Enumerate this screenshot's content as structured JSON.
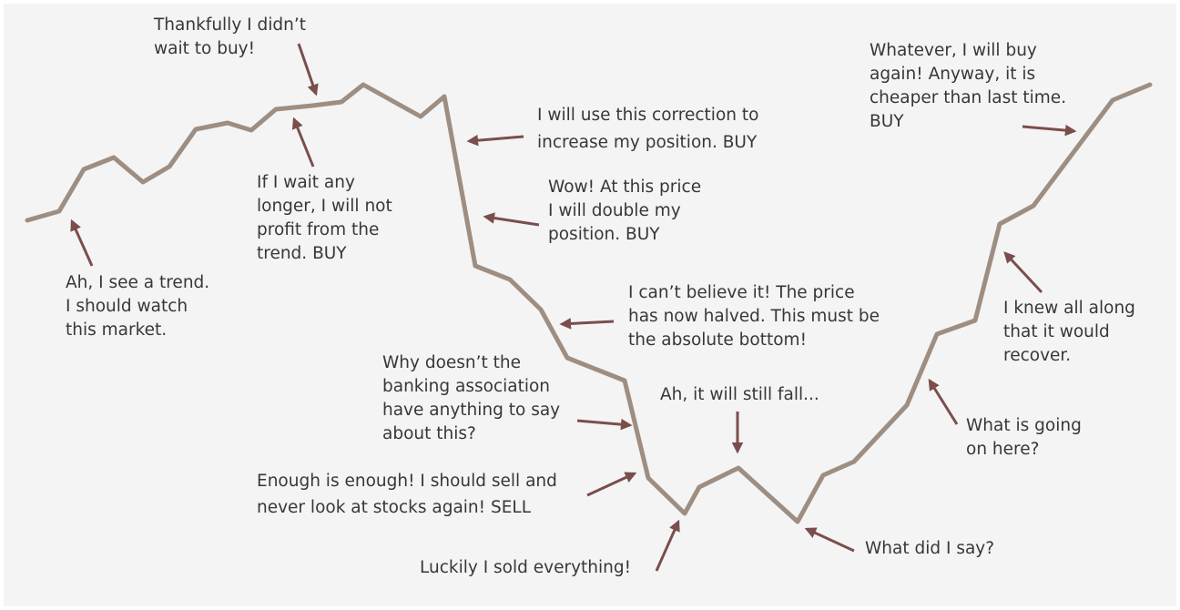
{
  "colors": {
    "background": "#f4f4f4",
    "price_line": "#9e8e82",
    "arrow": "#7a4e4c",
    "text": "#3a3636"
  },
  "annotations": [
    {
      "id": "trend",
      "lines": [
        "Ah, I see a trend.",
        "I should watch",
        "this market."
      ]
    },
    {
      "id": "wait-longer",
      "lines": [
        "If I wait any",
        "longer, I will not",
        "profit from the",
        "trend. BUY"
      ]
    },
    {
      "id": "thankfully",
      "lines": [
        "Thankfully I didn’t",
        "wait to buy!"
      ]
    },
    {
      "id": "correction",
      "lines": [
        "I will use this correction to",
        "increase my position. BUY"
      ]
    },
    {
      "id": "double",
      "lines": [
        "Wow! At this price",
        "I will double my",
        "position. BUY"
      ]
    },
    {
      "id": "halved",
      "lines": [
        "I can’t believe it! The price",
        "has now halved. This must be",
        "the absolute bottom!"
      ]
    },
    {
      "id": "banking",
      "lines": [
        "Why doesn’t the",
        "banking association",
        "have anything to say",
        "about this?"
      ]
    },
    {
      "id": "enough",
      "lines": [
        "Enough is enough! I should sell and",
        "never look at stocks again! SELL"
      ]
    },
    {
      "id": "luckily",
      "lines": [
        "Luckily I sold everything!"
      ]
    },
    {
      "id": "still-fall",
      "lines": [
        "Ah, it will still fall..."
      ]
    },
    {
      "id": "what-did-i-say",
      "lines": [
        "What did I say?"
      ]
    },
    {
      "id": "what-going-on",
      "lines": [
        "What is going",
        "on here?"
      ]
    },
    {
      "id": "knew-all-along",
      "lines": [
        "I knew all along",
        "that it would",
        "recover."
      ]
    },
    {
      "id": "whatever",
      "lines": [
        "Whatever, I will buy",
        "again! Anyway, it is",
        "cheaper than last time.",
        "BUY"
      ]
    }
  ]
}
